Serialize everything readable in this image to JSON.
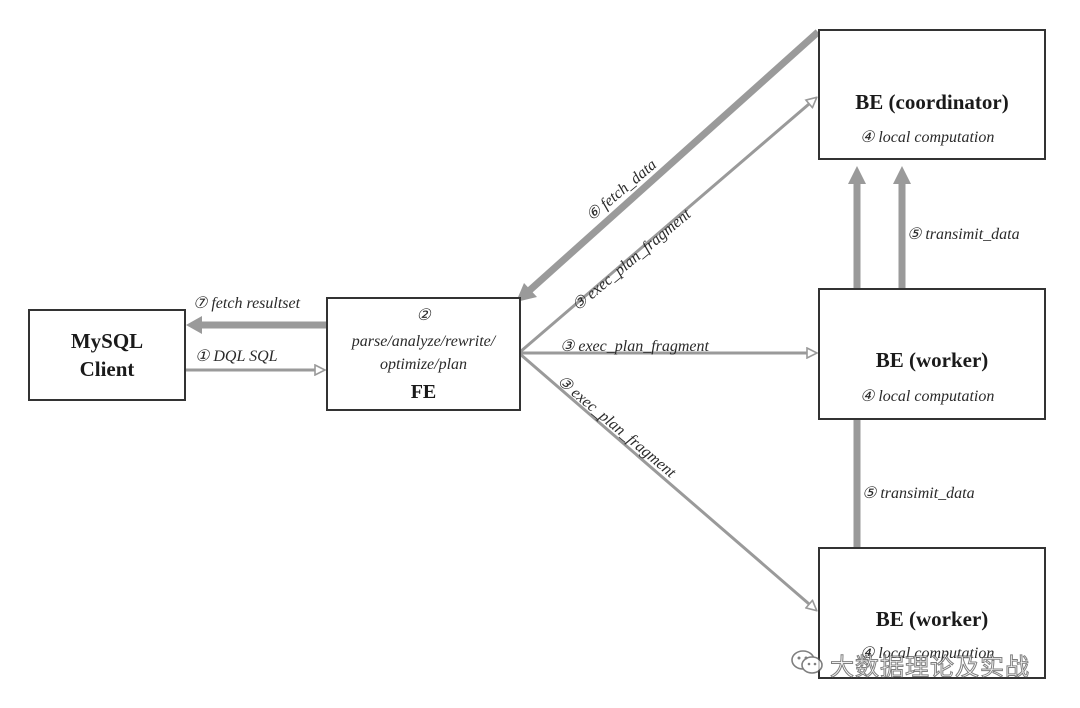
{
  "nodes": {
    "mysql_client": {
      "title": "MySQL\nClient"
    },
    "fe": {
      "step": "②",
      "detail_line1": "parse/analyze/rewrite/",
      "detail_line2": "optimize/plan",
      "title": "FE"
    },
    "be_coordinator": {
      "title": "BE (coordinator)",
      "detail": "④ local computation"
    },
    "be_worker_1": {
      "title": "BE (worker)",
      "detail": "④ local computation"
    },
    "be_worker_2": {
      "title": "BE (worker)",
      "detail": "④ local computation"
    }
  },
  "edges": {
    "dql_sql": "① DQL SQL",
    "fetch_resultset": "⑦ fetch resultset",
    "exec_to_coordinator": "③ exec_plan_fragment",
    "exec_to_worker_1": "③ exec_plan_fragment",
    "exec_to_worker_2": "③ exec_plan_fragment",
    "fetch_data": "⑥ fetch_data",
    "transmit_worker1_to_coord": "⑤ transimit_data",
    "transmit_worker2_to_coord": "⑤ transimit_data"
  },
  "watermark": {
    "text": "大数据理论及实战",
    "icon": "wechat-icon"
  },
  "colors": {
    "arrow": "#9a9a9a",
    "border": "#333333"
  }
}
